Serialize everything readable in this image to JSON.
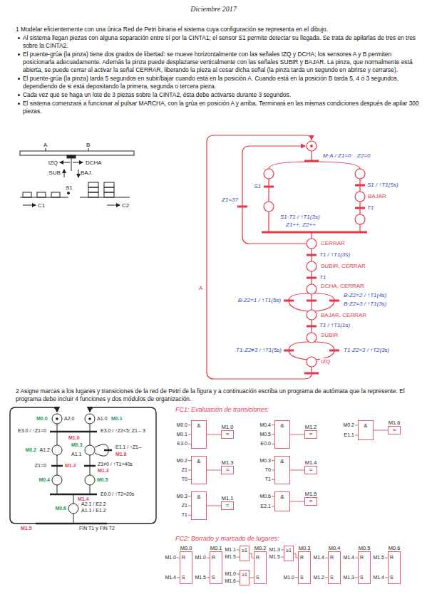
{
  "diagram": {
    "title": "Diciembre 2017",
    "nodes": [
      {
        "text": [
          "&"
        ]
      },
      {
        "text": [
          "M1.0",
          "="
        ]
      },
      {
        "text": [
          "&"
        ]
      },
      {
        "text": [
          "M1.2",
          "="
        ]
      },
      {
        "text": [
          "&"
        ]
      },
      {
        "text": [
          "M1.6",
          "="
        ]
      },
      {
        "text": [
          "&"
        ]
      },
      {
        "text": [
          "M1.3",
          "="
        ]
      },
      {
        "text": [
          "&"
        ]
      },
      {
        "text": [
          "M1.4",
          "="
        ]
      },
      {
        "text": [
          "&"
        ]
      },
      {
        "text": [
          "M1.1",
          "="
        ]
      },
      {
        "text": [
          "&"
        ]
      },
      {
        "text": [
          "M1.5",
          "="
        ]
      },
      {
        "text": [
          "M0.0",
          "R",
          "S"
        ]
      },
      {
        "text": [
          "M0.1",
          "R",
          "S"
        ]
      },
      {
        "text": [
          "≥1"
        ]
      },
      {
        "text": [
          "≥1"
        ]
      },
      {
        "text": [
          "M0.2",
          "R",
          "S"
        ]
      },
      {
        "text": [
          "≥1"
        ]
      },
      {
        "text": [
          "M0.3",
          "R",
          "S"
        ]
      },
      {
        "text": [
          "M0.4",
          "R",
          "S"
        ]
      },
      {
        "text": [
          "M0.5",
          "R",
          "S"
        ]
      },
      {
        "text": [
          "M0.6",
          "R",
          "S"
        ]
      }
    ],
    "edges": [
      {
        "from": 0,
        "to": 1,
        "arrow": "none"
      },
      {
        "from": 2,
        "to": 3,
        "arrow": "none"
      },
      {
        "from": 4,
        "to": 5,
        "arrow": "none"
      },
      {
        "from": 6,
        "to": 7,
        "arrow": "none"
      },
      {
        "from": 8,
        "to": 9,
        "arrow": "none"
      },
      {
        "from": 10,
        "to": 11,
        "arrow": "none"
      },
      {
        "from": 12,
        "to": 13,
        "arrow": "none"
      },
      {
        "from": 16,
        "to": 18,
        "arrow": "none"
      },
      {
        "from": 17,
        "to": 18,
        "arrow": "none"
      },
      {
        "from": 19,
        "to": 20,
        "arrow": "none"
      }
    ],
    "labels": [
      "1 Modelar eficientemente con una única Red de Petri binaria el sistema cuya configuración se representa en el dibujo.",
      "Al sistema llegan piezas con alguna separación entre sí por la CINTA1; el sensor S1 permite detectar su llegada. Se trata de apilarlas de tres en tres sobre la CINTA2.",
      "El puente-grúa (la pinza) tiene dos grados de libertad: se mueve horizontalmente con las señales IZQ y DCHA; los sensores A y B permiten posicionarla adecuadamente. Además la pinza puede desplazarse verticalmente con las señales SUBIR y BAJAR. La pinza, que normalmente está abierta, se puede cerrar al activar la señal CERRAR, liberando la pieza al cesar dicha señal (la pinza tarda un segundo en abrirse y cerrarse).",
      "El puente-grúa (la pinza) tarda 5 segundos en subir/bajar cuando está en la posición A. Cuando está en la posición B tarda 5, 4 ó 3 segundos, dependiendo de si está depositando la primera, segunda o tercera pieza.",
      "Cada vez que se haga un lote de 3 piezas sobre la CINTA2, ésta debe activarse durante 3 segundos.",
      "El sistema comenzará a funcionar al pulsar MARCHA, con la grúa en posición A y arriba. Terminará en las mismas condiciones después de apilar 300 piezas.",
      "A",
      "B",
      "IZQ",
      "DCHA",
      "SUB.",
      "BAJ.",
      "S1",
      "C1",
      "C2",
      "M·A / Z1=0",
      "Z2=0",
      "S1",
      "S1 / ↑T1(5s)",
      "BAJAR",
      "T1",
      "S1·T1 / ↑T1(3s)",
      "Z1++, Z2++",
      "Z1<3?",
      "CERRAR",
      "T1 / ↑T1(3s)",
      "SUBIR, CERRAR",
      "T1",
      "DCHA, CERRAR",
      "B·Z2=1 / ↑T1(5s)",
      "B·Z2=2 / ↑T1(4s)",
      "B·Z2=3 / ↑T1(3s)",
      "BAJAR, CERRAR",
      "T1 / ↑T1(1s)",
      "SUBIR",
      "T1·Z2≠3 / ↑T1(5s)",
      "T1·Z2=3 / ↑T2(3s)",
      "IZQ",
      "A",
      "2 Asigne marcas a los lugares y transiciones de la red de Petri de la figura y a continuación escriba un programa de autómata que la represente. El programa debe incluir 4 funciones y dos módulos de organización.",
      "M0.0",
      "A2.0",
      "A1.0",
      "M0.1",
      "E3.0 / ↑Z1=0",
      "M1.0",
      "E3.0 / ↑Z2<5; Z1←3",
      "M0.2",
      "A1.2",
      "M0.3",
      "A1.1",
      "E1.1 / ↑Z1--",
      "M1.6",
      "Z1=0",
      "M1.2",
      "Z1≠0 / ↑T1=40s",
      "M1.3",
      "M0.4",
      "M0.5",
      "E0.0 / ↑T2=20s",
      "M1.4",
      "M0.6",
      "A2.1 / E2.2",
      "A1.1 / E1.2",
      "M1.5",
      "FIN T1 y FIN T2",
      "FC1: Evaluación de transiciones:",
      "M0.0",
      "M0.1",
      "E3.0",
      "M0.4",
      "M0.5",
      "E0.0",
      "M0.2",
      "E1.1",
      "M0.2",
      "Z1",
      "T0",
      "M0.3",
      "T0",
      "T1",
      "M0.3",
      "Z1",
      "T1",
      "M0.6",
      "E2.1",
      "FC2: Borrado y marcado de lugares:",
      "M1.0",
      "M1.4",
      "M1.0",
      "M1.5",
      "M1.1",
      "M1.5",
      "M1.0",
      "M1.6",
      "M1.3",
      "M1.5",
      "M1.0",
      "M1.4",
      "M1.2",
      "M1.4",
      "M1.3",
      "M1.5",
      "M1.4"
    ]
  }
}
